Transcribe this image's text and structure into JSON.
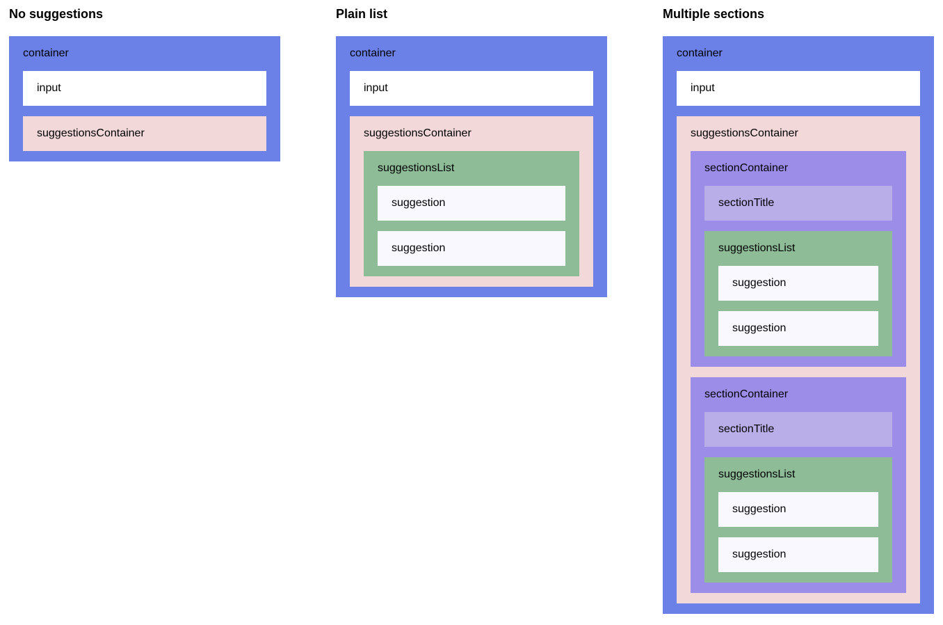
{
  "colors": {
    "container": "#6B81E8",
    "input": "#FFFFFF",
    "suggestions_container": "#F2D8D8",
    "suggestions_list": "#8DBC97",
    "suggestion": "#FAF8FF",
    "section_container": "#9C8DE8",
    "section_title": "#B9AEE8",
    "text": "#000000",
    "page_background": "#FFFFFF"
  },
  "examples": [
    {
      "title": "No suggestions",
      "container_label": "container",
      "input_label": "input",
      "suggestions_container_label": "suggestionsContainer"
    },
    {
      "title": "Plain list",
      "container_label": "container",
      "input_label": "input",
      "suggestions_container_label": "suggestionsContainer",
      "suggestions_list_label": "suggestionsList",
      "suggestions": [
        "suggestion",
        "suggestion"
      ]
    },
    {
      "title": "Multiple sections",
      "container_label": "container",
      "input_label": "input",
      "suggestions_container_label": "suggestionsContainer",
      "sections": [
        {
          "section_container_label": "sectionContainer",
          "section_title_label": "sectionTitle",
          "suggestions_list_label": "suggestionsList",
          "suggestions": [
            "suggestion",
            "suggestion"
          ]
        },
        {
          "section_container_label": "sectionContainer",
          "section_title_label": "sectionTitle",
          "suggestions_list_label": "suggestionsList",
          "suggestions": [
            "suggestion",
            "suggestion"
          ]
        }
      ]
    }
  ]
}
